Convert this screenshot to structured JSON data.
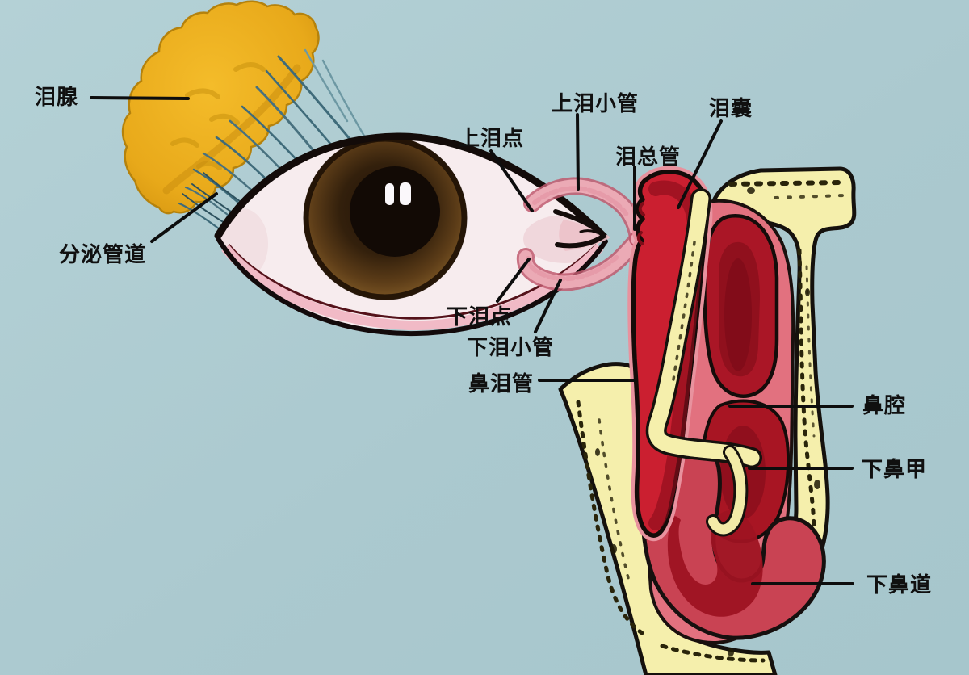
{
  "diagram": {
    "type": "anatomical-illustration",
    "subject": "lacrimal-apparatus-cross-section",
    "labels": {
      "lacrimal_gland": "泪腺",
      "secretory_ducts": "分泌管道",
      "upper_punctum": "上泪点",
      "upper_canaliculus": "上泪小管",
      "common_canaliculus": "泪总管",
      "lacrimal_sac": "泪囊",
      "lower_punctum": "下泪点",
      "lower_canaliculus": "下泪小管",
      "nasolacrimal_duct": "鼻泪管",
      "nasal_cavity": "鼻腔",
      "inferior_turbinate": "下鼻甲",
      "inferior_meatus": "下鼻道"
    },
    "colors": {
      "background": "#aecbd2",
      "gland_yellow": "#eab31f",
      "bone_yellow": "#f5efac",
      "outline_black": "#15110d",
      "bright_red": "#cb1f30",
      "mid_red": "#c94353",
      "dark_red": "#aa1626",
      "deep_red": "#9e1322",
      "mucosa_pink": "#e2717f",
      "tube_pink": "#ebaab5",
      "lid_pink": "#f1bac6",
      "lash_teal": "#3f6b7a",
      "sclera": "#f7ecee",
      "label_text": "#101010"
    }
  }
}
